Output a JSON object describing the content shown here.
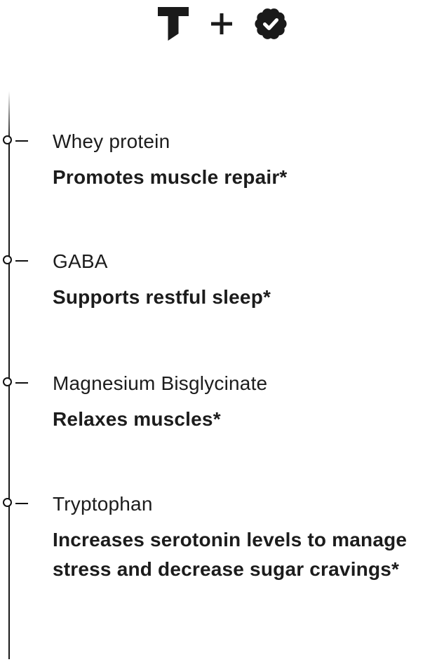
{
  "header": {
    "brand_icon": "thorne-t-logo",
    "plus_label": "+",
    "badge_icon": "verified-seal-check"
  },
  "colors": {
    "background": "#ffffff",
    "text": "#1c1c1c",
    "icon": "#1a1a1a",
    "timeline_line": "#1a1a1a",
    "node_fill": "#ffffff",
    "check": "#ffffff"
  },
  "timeline": {
    "items": [
      {
        "title": "Whey protein",
        "description": "Promotes muscle repair*"
      },
      {
        "title": "GABA",
        "description": "Supports restful sleep*"
      },
      {
        "title": "Magnesium Bisglycinate",
        "description": "Relaxes muscles*"
      },
      {
        "title": "Tryptophan",
        "description": "Increases serotonin levels to manage stress and decrease sugar cravings*"
      }
    ]
  }
}
